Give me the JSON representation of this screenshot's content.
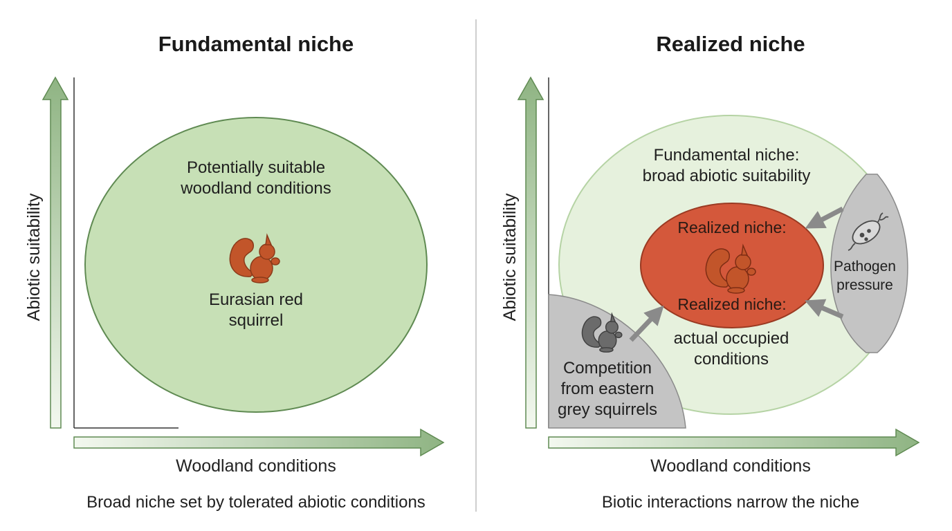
{
  "colors": {
    "fundamental_fill": "#c7e0b6",
    "fundamental_stroke": "#5f8a52",
    "fundamental_bg_right": "#e6f1dd",
    "realized_fill": "#d4583b",
    "realized_stroke": "#9a3a22",
    "squirrel_red": "#c2552a",
    "squirrel_grey": "#6b6b6b",
    "pressure_grey": "#c4c4c4",
    "arrow_green": "#8fb483"
  },
  "left_panel": {
    "title": "Fundamental niche",
    "y_axis_label": "Abiotic suitability",
    "x_axis_label": "Woodland conditions",
    "niche_label_line1": "Potentially suitable",
    "niche_label_line2": "woodland conditions",
    "species_line1": "Eurasian red",
    "species_line2": "squirrel",
    "species_icon": "red-squirrel-icon",
    "caption": "Broad niche set by tolerated abiotic conditions"
  },
  "right_panel": {
    "title": "Realized niche",
    "y_axis_label": "Abiotic suitability",
    "x_axis_label": "Woodland conditions",
    "fundamental_label_line1": "Fundamental niche:",
    "fundamental_label_line2": "broad abiotic suitability",
    "realized_label_top": "Realized niche:",
    "realized_label_bottom": "Realized niche:",
    "occupied_line1": "actual occupied",
    "occupied_line2": "conditions",
    "competition_line1": "Competition",
    "competition_line2": "from eastern",
    "competition_line3": "grey squirrels",
    "competitor_icon": "grey-squirrel-icon",
    "pathogen_line1": "Pathogen",
    "pathogen_line2": "pressure",
    "pathogen_icon": "bacterium-icon",
    "caption": "Biotic interactions narrow the niche"
  }
}
